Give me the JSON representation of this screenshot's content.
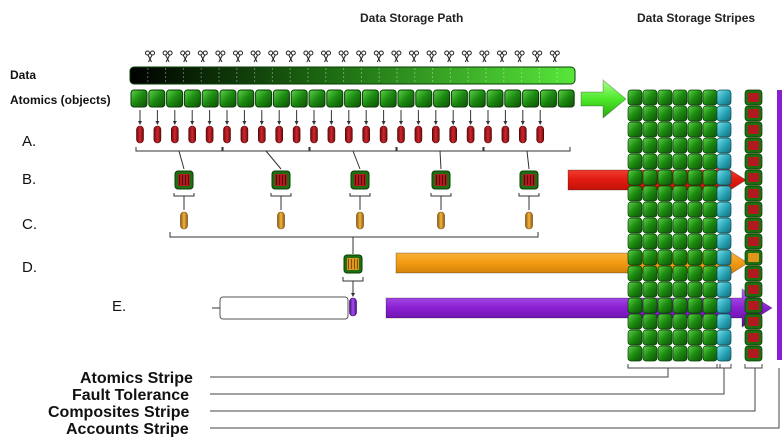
{
  "header": {
    "path_title": "Data Storage Path",
    "stripes_title": "Data Storage Stripes"
  },
  "rows": {
    "data_label": "Data",
    "atomics_label": "Atomics (objects)",
    "a": "A.",
    "b": "B.",
    "c": "C.",
    "d": "D.",
    "e": "E."
  },
  "legend": [
    "Atomics Stripe",
    "Fault Tolerance",
    "Composites Stripe",
    "Accounts Stripe"
  ],
  "colors": {
    "atomic_green": "#1f8a0f",
    "fault_teal": "#1f9fb0",
    "red_arrow": "#e21a10",
    "orange_arrow": "#f29a12",
    "purple_arrow": "#8a1fd0",
    "light_green_arrow": "#4ee82a",
    "item_red": "#a0141a",
    "item_orange": "#d48a18",
    "item_purple": "#7a1fc0"
  }
}
